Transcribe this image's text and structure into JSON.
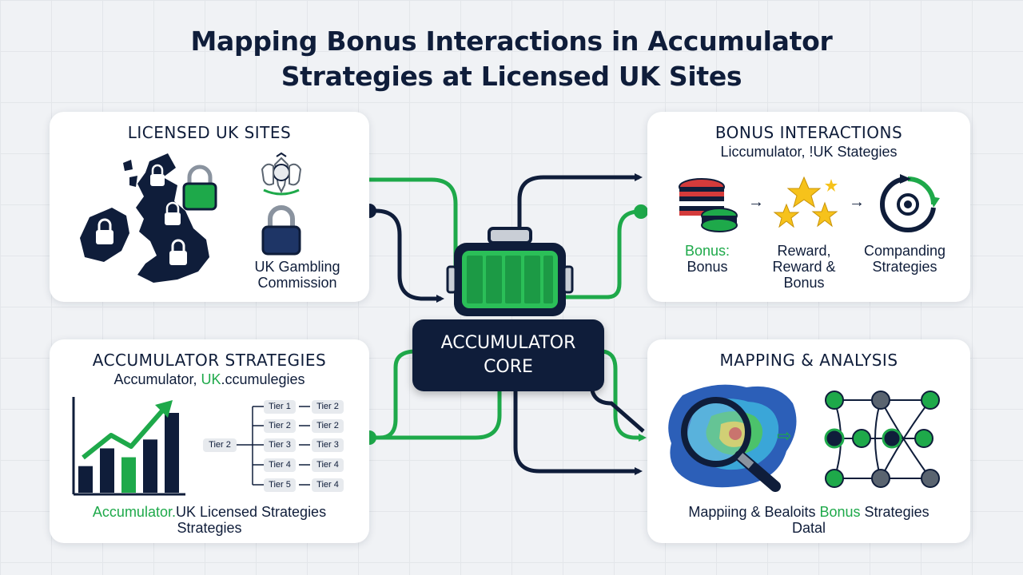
{
  "title": {
    "line1": "Mapping Bonus Interactions in Accumulator",
    "line2": "Strategies at Licensed UK Sites"
  },
  "colors": {
    "navy": "#0f1d3a",
    "green": "#1ea94a",
    "background": "#f0f2f5"
  },
  "core": {
    "line1": "ACCUMULATOR",
    "line2": "CORE"
  },
  "sites": {
    "title": "LICENSED UK SITES",
    "commission_line1": "UK Gambling",
    "commission_line2": "Commission",
    "icons": [
      "uk-map-icon",
      "padlock-icon",
      "royal-crest-icon"
    ]
  },
  "bonus": {
    "title": "BONUS INTERACTIONS",
    "subtitle": "Liccumulator, !UK Stategies",
    "step1": {
      "line1": "Bonus:",
      "line2": "Bonus"
    },
    "step2": {
      "line1": "Reward,",
      "line2": "Reward &",
      "line3": "Bonus"
    },
    "step3": {
      "line1": "Companding",
      "line2": "Strategies"
    },
    "icons": [
      "chip-stack-icon",
      "stars-icon",
      "cycle-arrows-icon"
    ]
  },
  "acc": {
    "title": "ACCUMULATOR STRATEGIES",
    "subtitle_prefix": "Accumulator, ",
    "subtitle_green": "UK",
    "subtitle_suffix": ".ccumulegies",
    "tree_root": "Tier 2",
    "tiers_left": [
      "Tier 1",
      "Tier 2",
      "Tier 3",
      "Tier 4",
      "Tier 5"
    ],
    "tiers_right": [
      "Tier 2",
      "Tier 2",
      "Tier 3",
      "Tier 4",
      "Tier 4"
    ],
    "bar_values": [
      3,
      5,
      4,
      6,
      9
    ],
    "caption_green": "Accumulator.",
    "caption_rest": "UK Licensed Strategies",
    "caption_line2": "Strategies"
  },
  "map": {
    "title": "MAPPING & ANALYSIS",
    "caption_prefix": "Mappiing & Bealoits ",
    "caption_green": "Bonus",
    "caption_suffix": " Strategies",
    "caption_line2": "Datal",
    "icons": [
      "heatmap-icon",
      "magnifier-icon",
      "network-graph-icon"
    ]
  }
}
